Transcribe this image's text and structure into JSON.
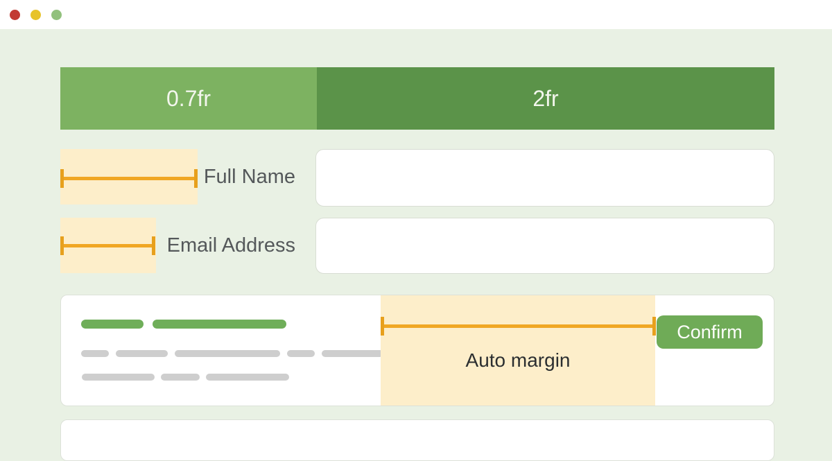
{
  "window": {
    "traffic_lights": [
      {
        "name": "close",
        "color": "#c23b33"
      },
      {
        "name": "minimize",
        "color": "#e7c32a"
      },
      {
        "name": "zoom",
        "color": "#92c17d"
      }
    ]
  },
  "grid_header": {
    "tracks": [
      {
        "label": "0.7fr",
        "color": "#7db261"
      },
      {
        "label": "2fr",
        "color": "#5b9349"
      }
    ]
  },
  "form": {
    "rows": [
      {
        "label": "Full Name",
        "value": "",
        "placeholder": ""
      },
      {
        "label": "Email Address",
        "value": "",
        "placeholder": ""
      }
    ]
  },
  "footer_card": {
    "annotation": "Auto margin",
    "confirm_label": "Confirm",
    "skeleton": {
      "title_row": [
        90,
        193
      ],
      "text_row_1": [
        40,
        75,
        152,
        40,
        89
      ],
      "text_row_2": [
        105,
        56,
        120
      ]
    }
  },
  "colors": {
    "canvas_background": "#e9f1e4",
    "titlebar_background": "#ffffff",
    "track_light_green": "#7db261",
    "track_dark_green": "#5b9349",
    "space_highlight": "#fdeeca",
    "measure_line_orange": "#f0a724",
    "accent_green": "#6fab57",
    "skeleton_gray": "#cecece",
    "label_text": "#54585a",
    "annotation_text": "#2b2e30"
  }
}
